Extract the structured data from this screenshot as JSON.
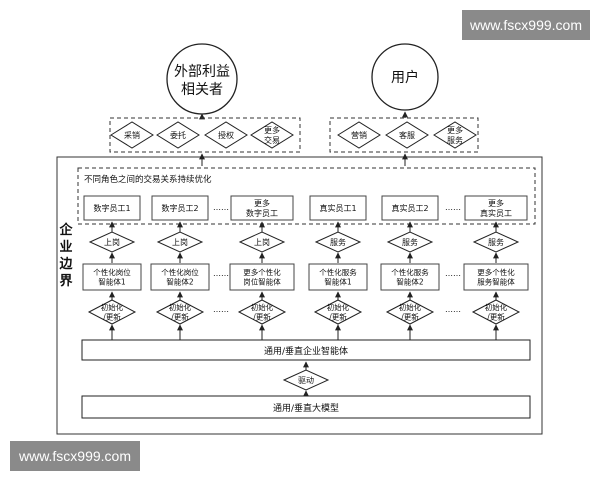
{
  "watermark": "www.fscx999.com",
  "diagram": {
    "external_stakeholders": "外部利益相关者",
    "users": "用户",
    "stakeholder_actions": [
      "采销",
      "委托",
      "授权",
      "更多交易"
    ],
    "user_actions": [
      "营销",
      "客服",
      "更多服务"
    ],
    "enterprise_boundary": "企业边界",
    "coordination_title": "不同角色之间的交易关系持续优化",
    "digital_employees": [
      "数字员工1",
      "数字员工2",
      "更多数字员工"
    ],
    "real_employees": [
      "真实员工1",
      "真实员工2",
      "更多真实员工"
    ],
    "role_actions": [
      "上岗",
      "上岗",
      "上岗",
      "服务",
      "服务",
      "服务"
    ],
    "agents": [
      "个性化岗位智能体1",
      "个性化岗位智能体2",
      "更多个性化岗位智能体",
      "个性化服务智能体1",
      "个性化服务智能体2",
      "更多个性化服务智能体"
    ],
    "init_update": "初始化/更新",
    "ellipsis": "……",
    "enterprise_agent": "通用/垂直企业智能体",
    "drive": "驱动",
    "foundation_model": "通用/垂直大模型"
  }
}
